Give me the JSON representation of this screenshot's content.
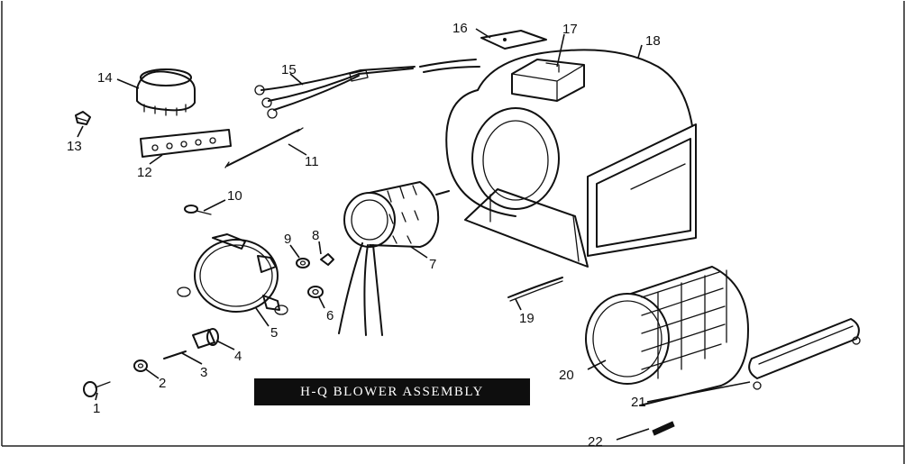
{
  "title": "H-Q BLOWER ASSEMBLY",
  "callouts": [
    "1",
    "2",
    "3",
    "4",
    "5",
    "6",
    "7",
    "8",
    "9",
    "10",
    "11",
    "12",
    "13",
    "14",
    "15",
    "16",
    "17",
    "18",
    "19",
    "20",
    "21",
    "22"
  ]
}
